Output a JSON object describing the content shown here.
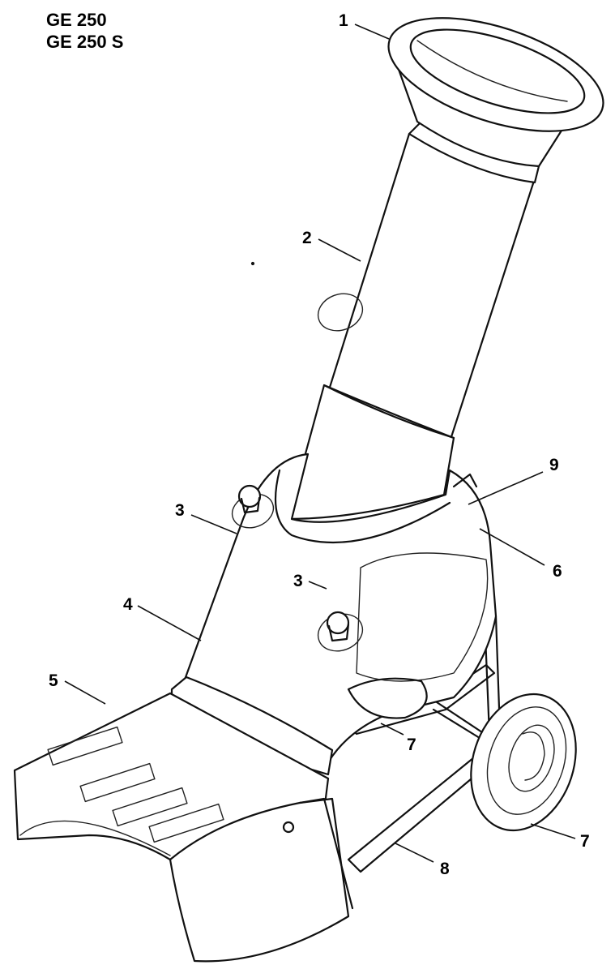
{
  "title": {
    "line1": "GE 250",
    "line2": "GE 250 S"
  },
  "callouts": [
    {
      "id": "c1",
      "number": "1",
      "part": "funnel-rim"
    },
    {
      "id": "c2",
      "number": "2",
      "part": "feed-tube"
    },
    {
      "id": "c3a",
      "number": "3",
      "part": "knob-left"
    },
    {
      "id": "c3b",
      "number": "3",
      "part": "knob-right"
    },
    {
      "id": "c4",
      "number": "4",
      "part": "housing"
    },
    {
      "id": "c5",
      "number": "5",
      "part": "collection-tray"
    },
    {
      "id": "c6",
      "number": "6",
      "part": "housing-rear"
    },
    {
      "id": "c7a",
      "number": "7",
      "part": "wheel-inner"
    },
    {
      "id": "c7b",
      "number": "7",
      "part": "wheel-outer"
    },
    {
      "id": "c8",
      "number": "8",
      "part": "frame"
    },
    {
      "id": "c9",
      "number": "9",
      "part": "switch"
    }
  ]
}
